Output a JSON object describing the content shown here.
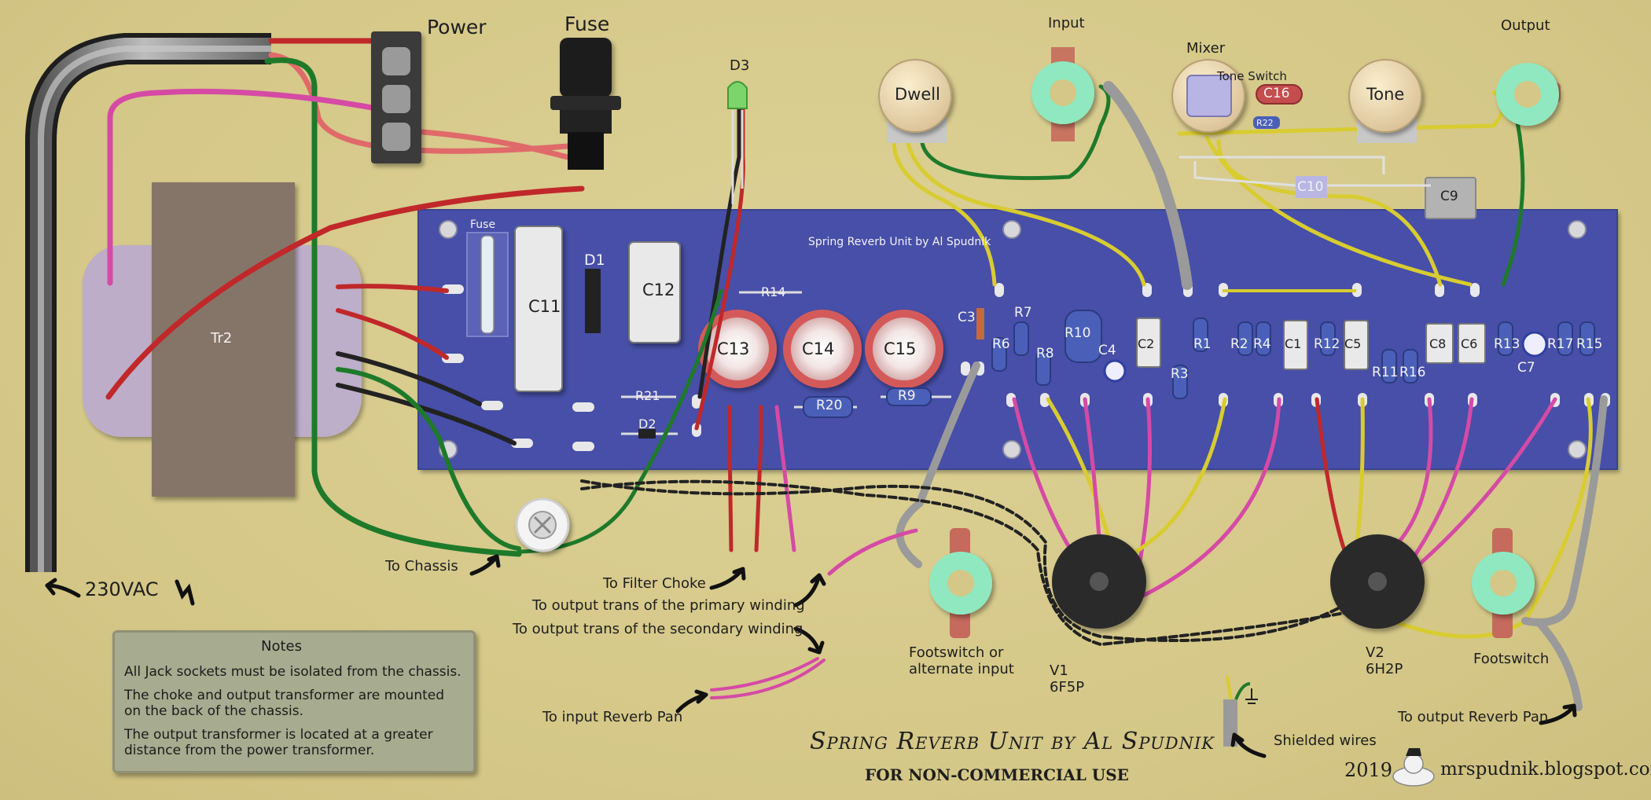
{
  "diagram_title": "Spring Reverb Unit by Al Spudnik",
  "license": "FOR NON-COMMERCIAL USE",
  "year": "2019",
  "website": "mrspudnik.blogspot.com",
  "pcb_title": "Spring Reverb Unit by Al Spudnik",
  "labels": {
    "power": "Power",
    "fuse": "Fuse",
    "d3": "D3",
    "input": "Input",
    "mixer": "Mixer",
    "tone_switch": "Tone Switch",
    "output": "Output",
    "dwell": "Dwell",
    "tone": "Tone",
    "c16": "C16",
    "r22": "R22",
    "c10": "C10",
    "c9": "C9",
    "tr2": "Tr2",
    "vac230": "230VAC",
    "to_chassis": "To Chassis",
    "to_filter_choke": "To Filter Choke",
    "to_output_primary": "To output trans of the primary winding",
    "to_output_secondary": "To output trans of the secondary winding",
    "to_input_reverb": "To input Reverb Pan",
    "footswitch_alt": "Footswitch or",
    "footswitch_alt2": "alternate input",
    "v1": "V1",
    "v1_type": "6F5P",
    "v2": "V2",
    "v2_type": "6H2P",
    "footswitch": "Footswitch",
    "to_output_reverb": "To output Reverb Pan",
    "shielded": "Shielded wires"
  },
  "pcb_labels": {
    "fuse": "Fuse",
    "c11": "C11",
    "d1": "D1",
    "c12": "C12",
    "r14": "R14",
    "c13": "C13",
    "c14": "C14",
    "c15": "C15",
    "r21": "R21",
    "d2": "D2",
    "r20": "R20",
    "r9": "R9",
    "c3": "C3",
    "r7": "R7",
    "r6": "R6",
    "r8": "R8",
    "r10": "R10",
    "c4": "C4",
    "c2": "C2",
    "r3": "R3",
    "r1": "R1",
    "r2": "R2",
    "r4": "R4",
    "c1": "C1",
    "r12": "R12",
    "c5": "C5",
    "r11": "R11",
    "r16": "R16",
    "c8": "C8",
    "c6": "C6",
    "r13": "R13",
    "c7": "C7",
    "r17": "R17",
    "r15": "R15"
  },
  "notes": {
    "title": "Notes",
    "line1": "All Jack sockets must be isolated from the chassis.",
    "line2a": "The choke and output transformer are mounted",
    "line2b": "on the back of the chassis.",
    "line3a": "The output transformer is located at a greater",
    "line3b": "distance from the power transformer."
  },
  "colors": {
    "background": "#d8cb8e",
    "pcb": "#4650a8",
    "wire_red": "#c0282a",
    "wire_green": "#1e7a2a",
    "wire_black": "#222222",
    "wire_yellow": "#d8cc30",
    "wire_magenta": "#c8308c",
    "wire_grey": "#9a9a9a",
    "jack_green": "#8fe8c0",
    "jack_copper": "#c56a5c",
    "notes_box": "#a7ab8f"
  }
}
